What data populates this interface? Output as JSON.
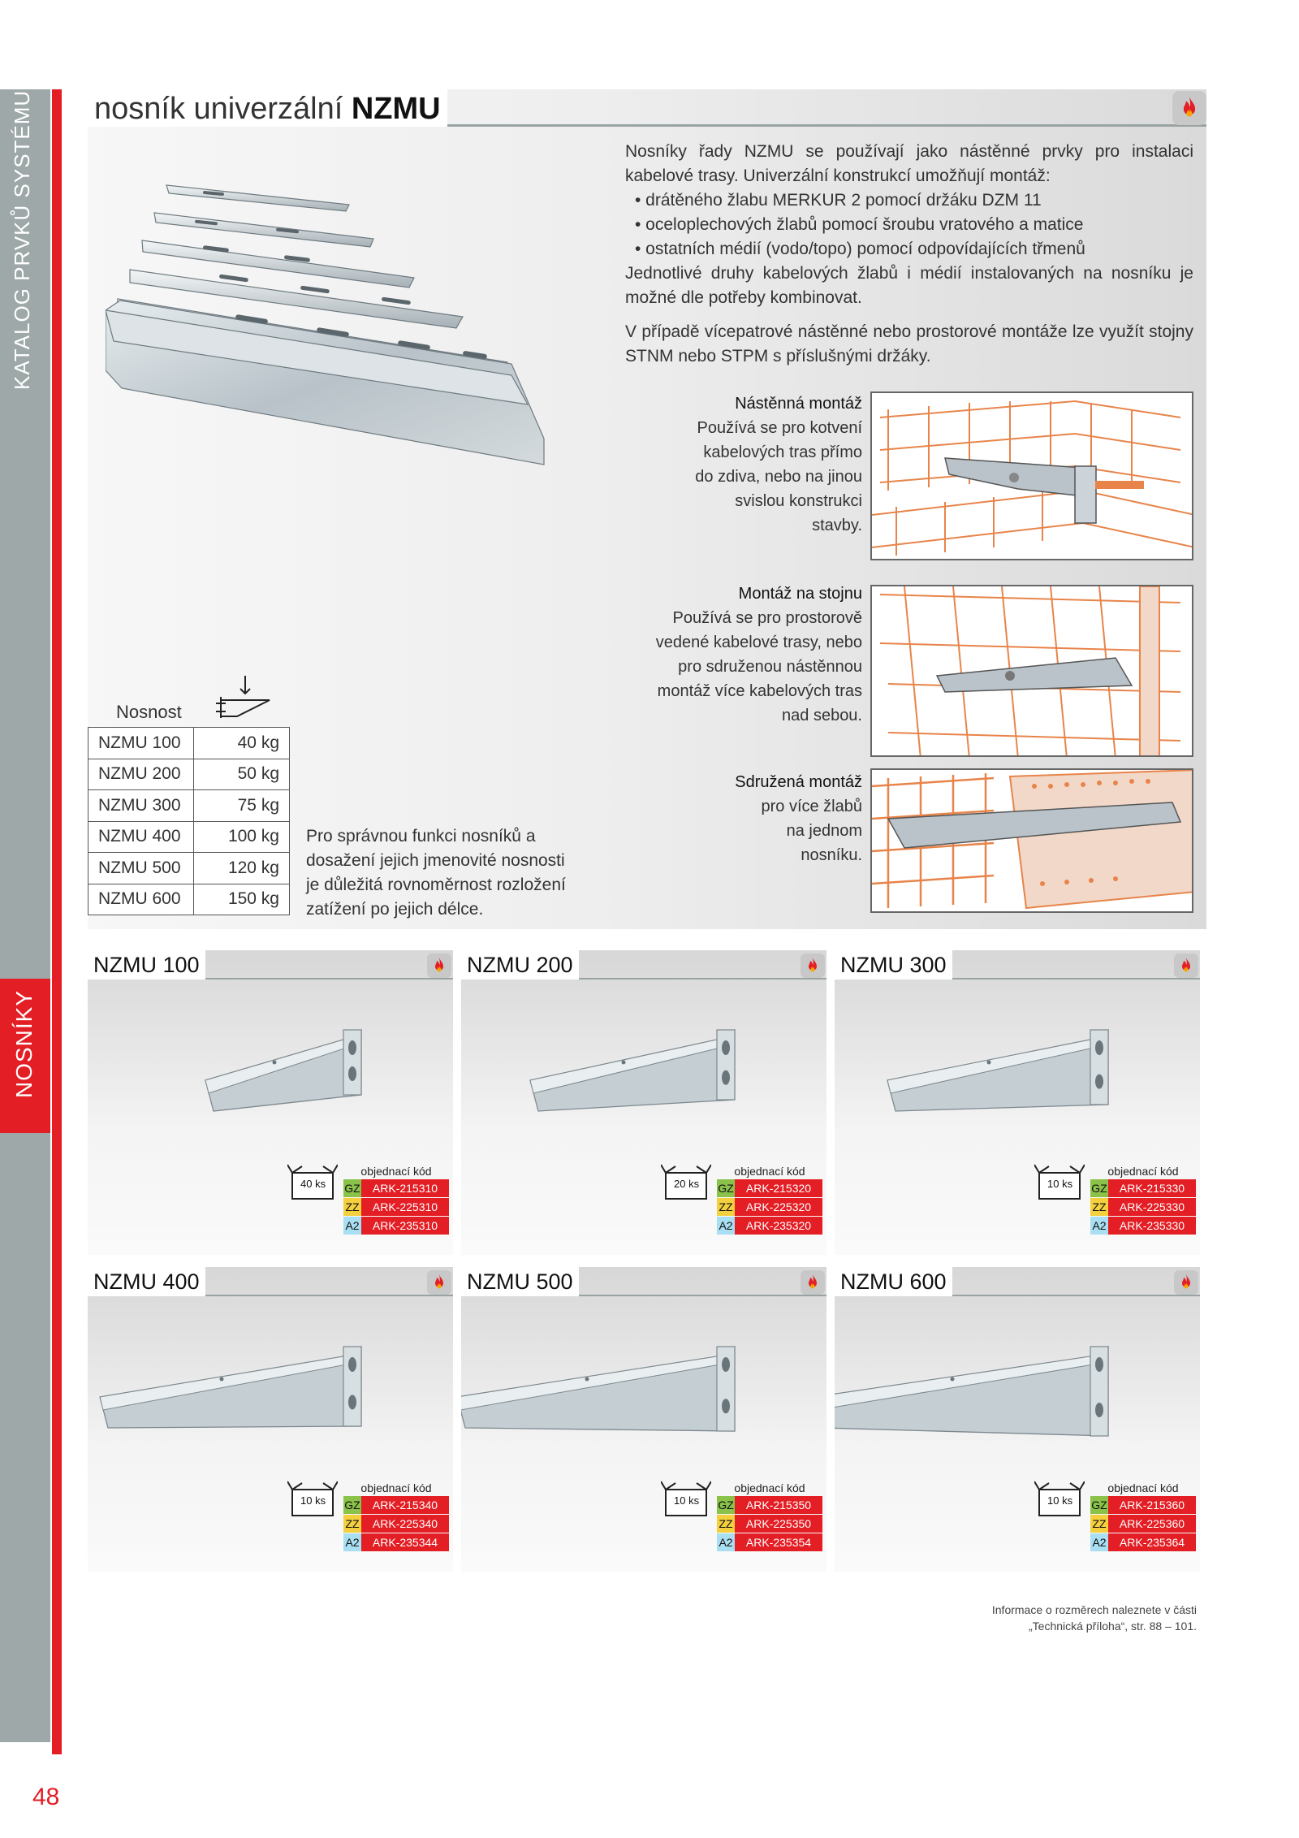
{
  "sidebar": {
    "catalog_label": "KATALOG PRVKŮ SYSTÉMU",
    "section_label": "NOSNÍKY",
    "page_number": "48"
  },
  "header": {
    "title_light": "nosník univerzální ",
    "title_bold": "NZMU",
    "fire_icon": "fire-icon"
  },
  "description": {
    "intro": "Nosníky řady NZMU se používají jako nástěnné prvky pro instalaci kabelové trasy. Univerzální konstrukcí umožňují montáž:",
    "bullets": [
      "• drátěného žlabu MERKUR 2 pomocí držáku DZM 11",
      "• oceloplechových žlabů pomocí šroubu vratového a matice",
      "• ostatních médií (vodo/topo) pomocí odpovídajících třmenů"
    ],
    "combine": "Jednotlivé druhy kabelových žlabů i médií instalovaných na nosníku je možné dle potřeby kombinovat.",
    "multi": "V případě vícepatrové nástěnné nebo prostorové montáže lze využít stojny STNM nebo STPM s příslušnými držáky."
  },
  "mounting": [
    {
      "title": "Nástěnná montáž",
      "text": "Používá se pro kotvení kabelových tras přímo do zdiva, nebo na jinou svislou konstrukci stavby."
    },
    {
      "title": "Montáž na stojnu",
      "text": "Používá se pro prostorově vedené kabelové trasy, nebo pro sdruženou nástěnnou montáž více kabelových tras nad sebou."
    },
    {
      "title": "Sdružená montáž",
      "text": "pro více žlabů na jednom nosníku."
    }
  ],
  "load_table": {
    "header": "Nosnost",
    "rows": [
      {
        "model": "NZMU 100",
        "load": "40 kg"
      },
      {
        "model": "NZMU 200",
        "load": "50 kg"
      },
      {
        "model": "NZMU 300",
        "load": "75 kg"
      },
      {
        "model": "NZMU 400",
        "load": "100 kg"
      },
      {
        "model": "NZMU 500",
        "load": "120 kg"
      },
      {
        "model": "NZMU 600",
        "load": "150 kg"
      }
    ]
  },
  "load_note": "Pro správnou funkci nosníků a dosažení jejich jmenovité nosnosti je důležitá rovnoměrnost rozložení zatížení po jejich délce.",
  "order_label": "objednací kód",
  "finish_labels": {
    "gz": "GZ",
    "zz": "ZZ",
    "a2": "A2"
  },
  "products": [
    {
      "name": "NZMU 100",
      "qty": "40 ks",
      "codes": {
        "gz": "ARK-215310",
        "zz": "ARK-225310",
        "a2": "ARK-235310"
      }
    },
    {
      "name": "NZMU 200",
      "qty": "20 ks",
      "codes": {
        "gz": "ARK-215320",
        "zz": "ARK-225320",
        "a2": "ARK-235320"
      }
    },
    {
      "name": "NZMU 300",
      "qty": "10 ks",
      "codes": {
        "gz": "ARK-215330",
        "zz": "ARK-225330",
        "a2": "ARK-235330"
      }
    },
    {
      "name": "NZMU 400",
      "qty": "10 ks",
      "codes": {
        "gz": "ARK-215340",
        "zz": "ARK-225340",
        "a2": "ARK-235344"
      }
    },
    {
      "name": "NZMU 500",
      "qty": "10 ks",
      "codes": {
        "gz": "ARK-215350",
        "zz": "ARK-225350",
        "a2": "ARK-235354"
      }
    },
    {
      "name": "NZMU 600",
      "qty": "10 ks",
      "codes": {
        "gz": "ARK-215360",
        "zz": "ARK-225360",
        "a2": "ARK-235364"
      }
    }
  ],
  "footer": {
    "line1": "Informace o rozměrech naleznete v části",
    "line2": "„Technická příloha“, str. 88 – 101."
  },
  "colors": {
    "accent_red": "#e31e24",
    "sidebar_grey": "#9ea8a8",
    "gz": "#8bc34a",
    "zz": "#f4d03f",
    "a2": "#a9dff2",
    "cable_tray": "#e8844a"
  }
}
